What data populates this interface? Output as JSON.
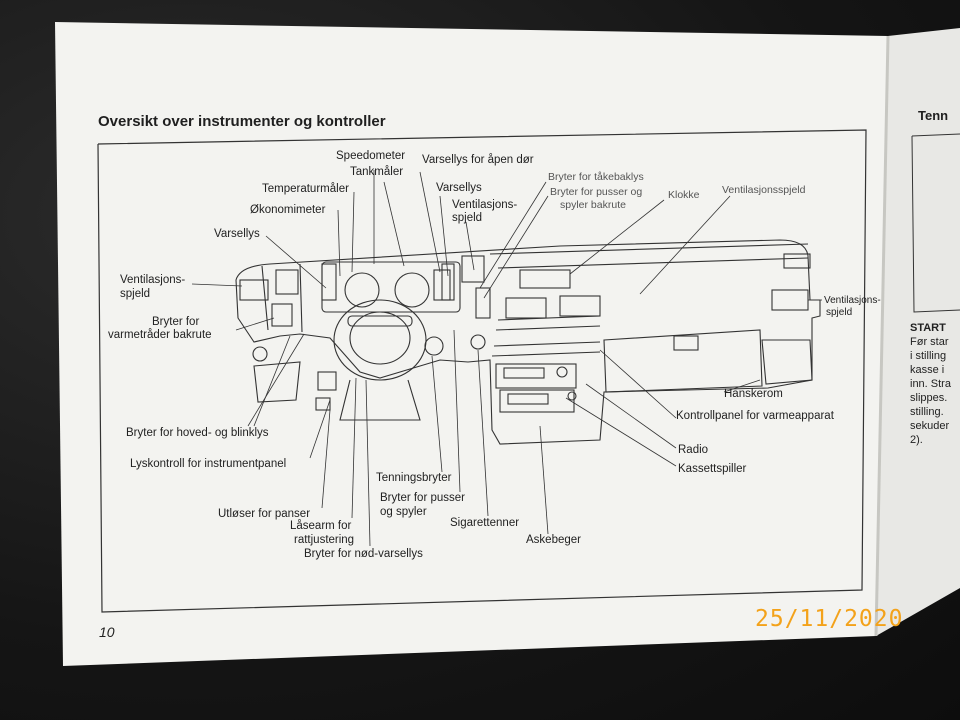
{
  "manual": {
    "title": "Oversikt over instrumenter og kontroller",
    "page_number": "10",
    "labels": {
      "speedometer": "Speedometer",
      "tankmaler": "Tankmåler",
      "temperaturmaler": "Temperaturmåler",
      "okonomimeter": "Økonomimeter",
      "varsellys_left": "Varsellys",
      "varsellys_apen_dor": "Varsellys for åpen dør",
      "varsellys_center": "Varsellys",
      "ventilasjonsspjeld_center_1": "Ventilasjons-",
      "ventilasjonsspjeld_center_2": "spjeld",
      "bryter_takebaklys": "Bryter for tåkebaklys",
      "bryter_pusser_bakrute_1": "Bryter for pusser og",
      "bryter_pusser_bakrute_2": "spyler bakrute",
      "klokke": "Klokke",
      "ventilasjonsspjeld_top": "Ventilasjonsspjeld",
      "ventilasjonsspjeld_left_1": "Ventilasjons-",
      "ventilasjonsspjeld_left_2": "spjeld",
      "bryter_varmetrader_1": "Bryter for",
      "bryter_varmetrader_2": "varmetråder bakrute",
      "ventilasjonsspjeld_right_1": "Ventilasjons-",
      "ventilasjonsspjeld_right_2": "spjeld",
      "hanskerom": "Hanskerom",
      "kontrollpanel_varmeapparat": "Kontrollpanel for varmeapparat",
      "radio": "Radio",
      "kassettspiller": "Kassettspiller",
      "bryter_hoved_blinklys": "Bryter for hoved- og blinklys",
      "lyskontroll": "Lyskontroll for instrumentpanel",
      "utloser_panser": "Utløser for panser",
      "lasearm_1": "Låsearm for",
      "lasearm_2": "rattjustering",
      "bryter_nodvarsellys": "Bryter for nød-varsellys",
      "tenningsbryter": "Tenningsbryter",
      "bryter_pusser_spyler_1": "Bryter for pusser",
      "bryter_pusser_spyler_2": "og spyler",
      "sigarettenner": "Sigarettenner",
      "askebeger": "Askebeger"
    }
  },
  "right_page": {
    "title": "Tenn",
    "heading": "START",
    "lines": [
      "Før star",
      "i stilling",
      "kasse i",
      "inn. Stra",
      "slippes.",
      "stilling.",
      "sekuder",
      "2)."
    ]
  },
  "photo_stamp": "25/11/2020",
  "colors": {
    "paper": "#f4f4f2",
    "ink": "#222222",
    "stamp": "#f3a21a",
    "background": "#151515"
  }
}
